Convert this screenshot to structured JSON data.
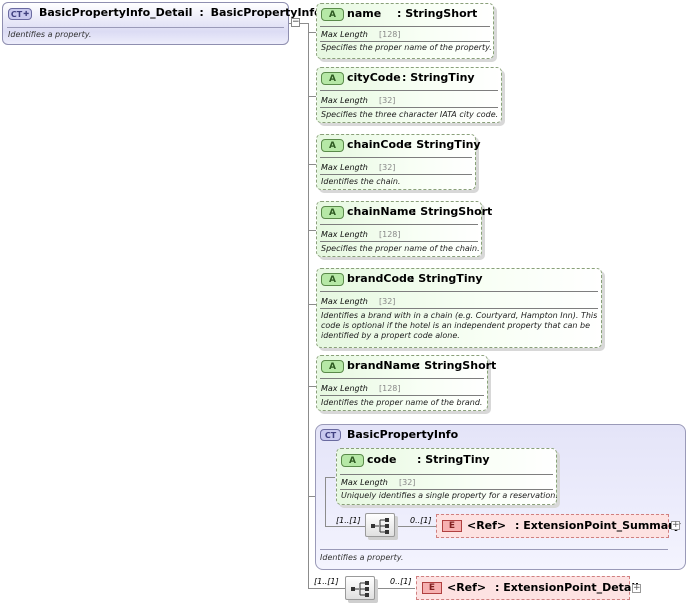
{
  "main_type": {
    "badge": "CT",
    "name": "BasicPropertyInfo_Detail",
    "colon": ":",
    "base": "BasicPropertyInfo",
    "description": "Identifies a property.",
    "collapse_symbol": "−"
  },
  "attributes": [
    {
      "badge": "A",
      "name": "name",
      "type": ": StringShort",
      "facet_label": "Max Length",
      "facet_value": "[128]",
      "description": "Specifies the proper name of the property."
    },
    {
      "badge": "A",
      "name": "cityCode",
      "type": ": StringTiny",
      "facet_label": "Max Length",
      "facet_value": "[32]",
      "description": "Specifies the three character IATA city code."
    },
    {
      "badge": "A",
      "name": "chainCode",
      "type": ": StringTiny",
      "facet_label": "Max Length",
      "facet_value": "[32]",
      "description": "Identifies the chain."
    },
    {
      "badge": "A",
      "name": "chainName",
      "type": ": StringShort",
      "facet_label": "Max Length",
      "facet_value": "[128]",
      "description": "Specifies the proper name of the chain."
    },
    {
      "badge": "A",
      "name": "brandCode",
      "type": ": StringTiny",
      "facet_label": "Max Length",
      "facet_value": "[32]",
      "description": "Identifies a brand with in a chain (e.g. Courtyard, Hampton Inn).  This code is optional if the hotel is an independent property that can be identified by a propert code alone."
    },
    {
      "badge": "A",
      "name": "brandName",
      "type": ": StringShort",
      "facet_label": "Max Length",
      "facet_value": "[128]",
      "description": "Identifies the proper name of the brand."
    }
  ],
  "base_type": {
    "badge": "CT",
    "name": "BasicPropertyInfo",
    "description": "Identifies a property.",
    "attribute": {
      "badge": "A",
      "name": "code",
      "type": ": StringTiny",
      "facet_label": "Max Length",
      "facet_value": "[32]",
      "description": "Uniquely identifies a single property for a reservation."
    },
    "sequence_occurrence": "[1..[1]",
    "element_occurrence": "0..[1]",
    "element": {
      "badge": "E",
      "ref": "<Ref>",
      "type": ": ExtensionPoint_Summary",
      "expand_symbol": "+"
    }
  },
  "outer_sequence": {
    "sequence_occurrence": "[1..[1]",
    "element_occurrence": "0..[1]",
    "element": {
      "badge": "E",
      "ref": "<Ref>",
      "type": ": ExtensionPoint_Detail",
      "expand_symbol": "+"
    }
  }
}
